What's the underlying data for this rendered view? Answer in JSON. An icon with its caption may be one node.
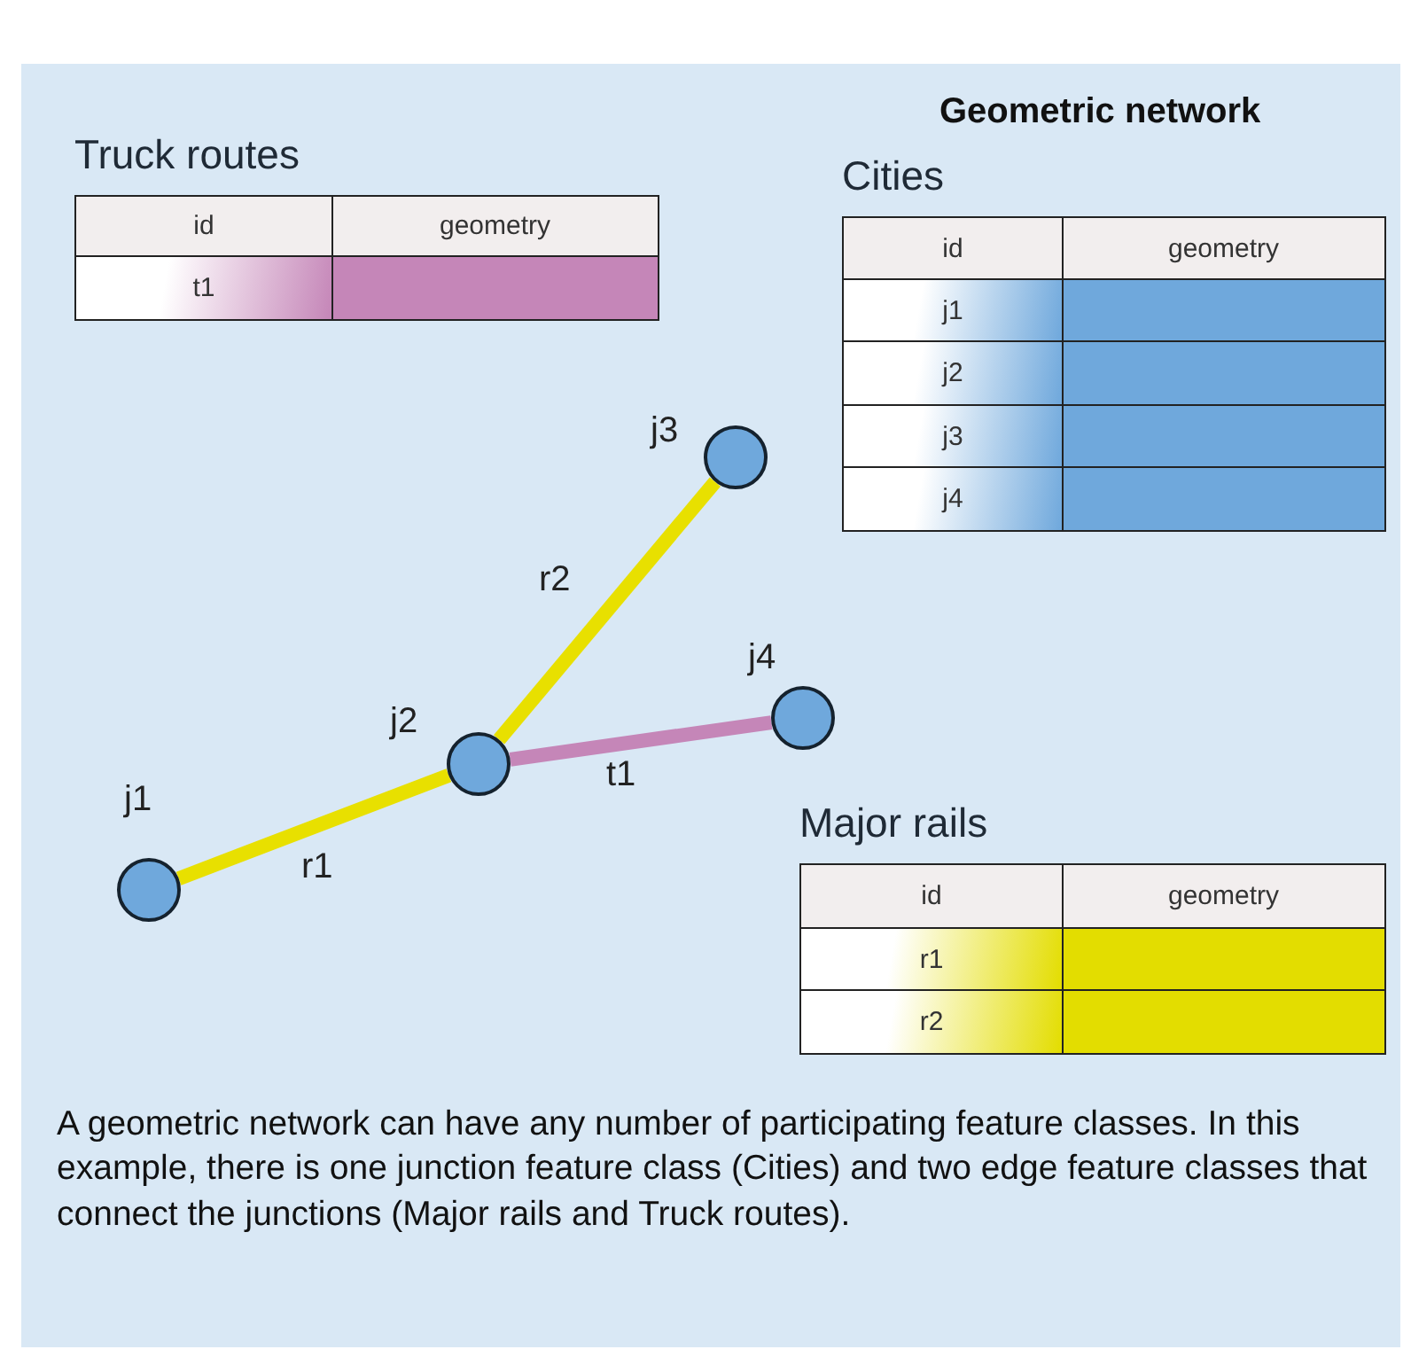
{
  "diagram": {
    "title": "Geometric network",
    "caption": "A geometric network can have any number of participating feature classes. In this example, there is one junction feature class (Cities) and two edge feature classes that connect the junctions (Major rails and Truck routes).",
    "nodes": [
      {
        "text": [],
        "shape": "circle",
        "beside": [
          "j1"
        ]
      },
      {
        "text": [],
        "shape": "circle",
        "beside": [
          "j2"
        ]
      },
      {
        "text": [],
        "shape": "circle",
        "beside": [
          "j3"
        ]
      },
      {
        "text": [],
        "shape": "circle",
        "beside": [
          "j4"
        ]
      }
    ],
    "edges": [
      {
        "from": 0,
        "to": 1,
        "arrow": "none",
        "label": "r1"
      },
      {
        "from": 1,
        "to": 2,
        "arrow": "none",
        "label": "r2"
      },
      {
        "from": 1,
        "to": 3,
        "arrow": "none",
        "label": "t1",
        "color": "#c586b8"
      }
    ],
    "labels": [
      "Truck routes",
      "id",
      "geometry",
      "t1",
      "Cities",
      "id",
      "geometry",
      "j1",
      "j2",
      "j3",
      "j4",
      "Major rails",
      "id",
      "geometry",
      "r1",
      "r2"
    ]
  }
}
